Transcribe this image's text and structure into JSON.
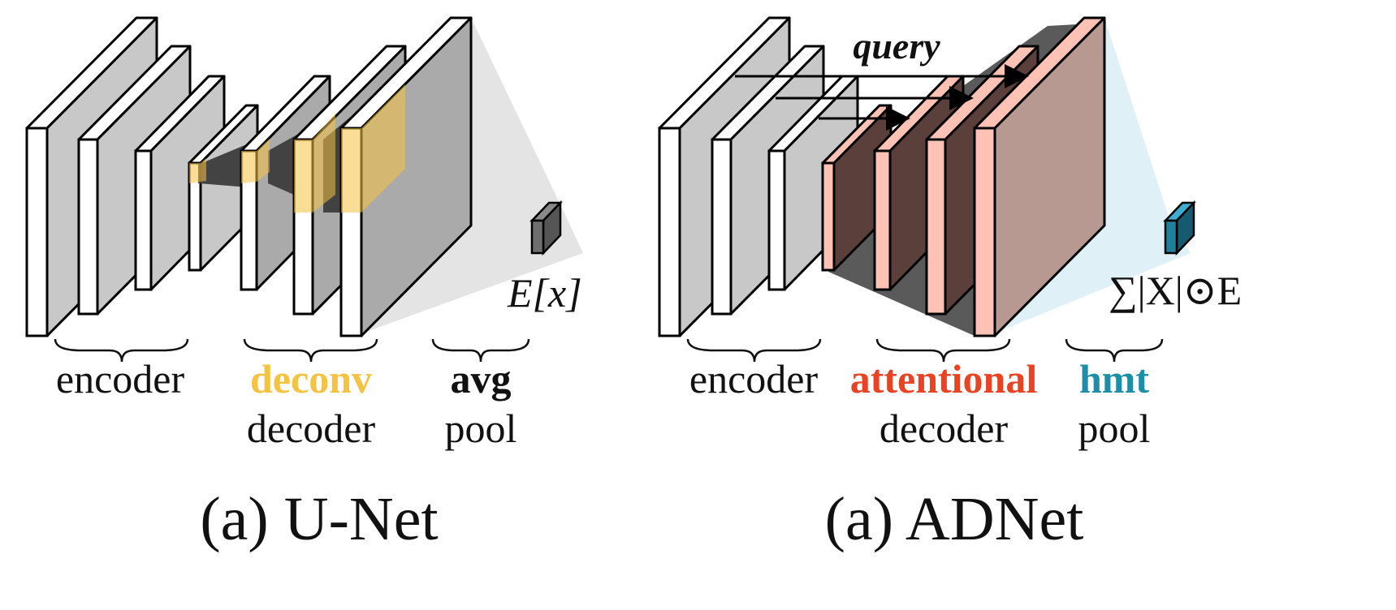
{
  "unet": {
    "encoder_label": "encoder",
    "decoder_highlight": "deconv",
    "decoder_label": "decoder",
    "pool_highlight": "avg",
    "pool_label": "pool",
    "output_formula": "E[x]",
    "caption": "(a) U-Net"
  },
  "adnet": {
    "query_label": "query",
    "encoder_label": "encoder",
    "decoder_highlight": "attentional",
    "decoder_label": "decoder",
    "pool_highlight": "hmt",
    "pool_label": "pool",
    "output_formula": "∑|X|⊙E",
    "caption": "(a) ADNet"
  },
  "colors": {
    "deconv": "#f5c242",
    "avg": "#111111",
    "attentional": "#ea4323",
    "hmt": "#1e8ea8",
    "encoder_face": "#c8c8c8",
    "decoder_face": "#aaaaaa",
    "attention_face": "#5a3f3b",
    "attention_front": "#ffc2b4",
    "unet_output": "#6e6e6e",
    "adnet_output": "#1f7f9c"
  }
}
